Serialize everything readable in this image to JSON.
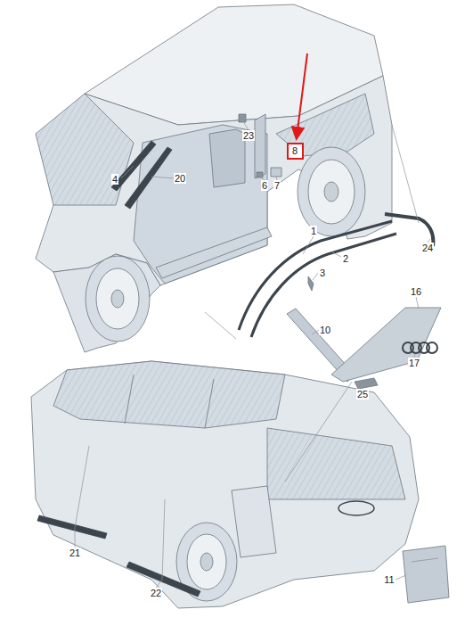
{
  "diagram": {
    "nodes": [
      {
        "text": [
          "8"
        ]
      }
    ],
    "labels": [
      "23",
      "6",
      "7",
      "4",
      "20",
      "1",
      "2",
      "3",
      "24",
      "16",
      "10",
      "17",
      "25",
      "21",
      "22",
      "11"
    ]
  }
}
